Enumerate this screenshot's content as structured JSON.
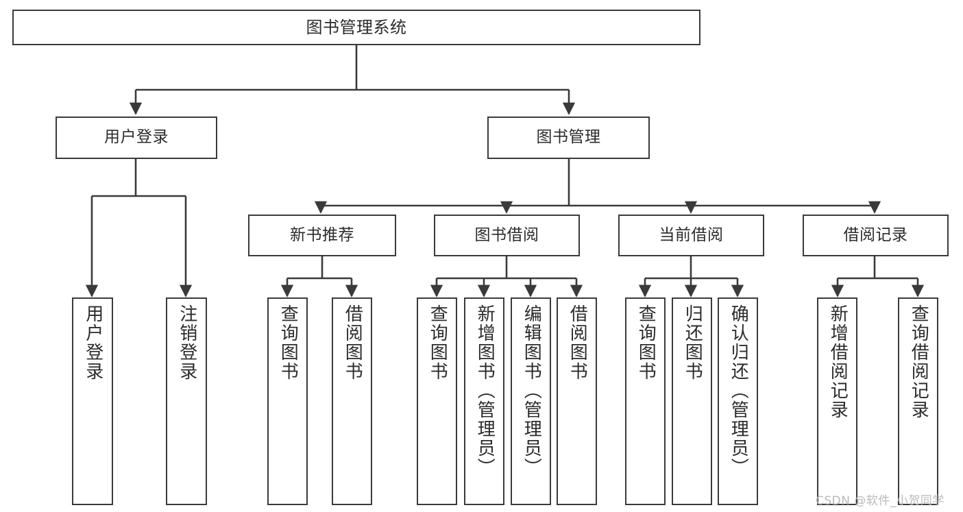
{
  "diagram": {
    "type": "tree",
    "title": "图书管理系统",
    "orientation": "top-down",
    "colors": {
      "box_border": "#3a3a3a",
      "box_fill": "#ffffff",
      "text": "#2b2b2b",
      "connector": "#3a3a3a",
      "watermark": "#b9b9b9",
      "background": "#ffffff"
    }
  },
  "root": {
    "label": "图书管理系统"
  },
  "level2": [
    {
      "label": "用户登录"
    },
    {
      "label": "图书管理"
    }
  ],
  "level3": [
    {
      "label": "新书推荐"
    },
    {
      "label": "图书借阅"
    },
    {
      "label": "当前借阅"
    },
    {
      "label": "借阅记录"
    }
  ],
  "leaves": {
    "user_login": [
      {
        "label": "用户登录"
      },
      {
        "label": "注销登录"
      }
    ],
    "new_book_recommend": [
      {
        "label": "查询图书"
      },
      {
        "label": "借阅图书"
      }
    ],
    "book_borrow": [
      {
        "label": "查询图书"
      },
      {
        "label": "新增图书（管理员）"
      },
      {
        "label": "编辑图书（管理员）"
      },
      {
        "label": "借阅图书"
      }
    ],
    "current_borrow": [
      {
        "label": "查询图书"
      },
      {
        "label": "归还图书"
      },
      {
        "label": "确认归还（管理员）"
      }
    ],
    "borrow_record": [
      {
        "label": "新增借阅记录"
      },
      {
        "label": "查询借阅记录"
      }
    ]
  },
  "watermark": {
    "text": "CSDN @软件_小贺同学"
  }
}
